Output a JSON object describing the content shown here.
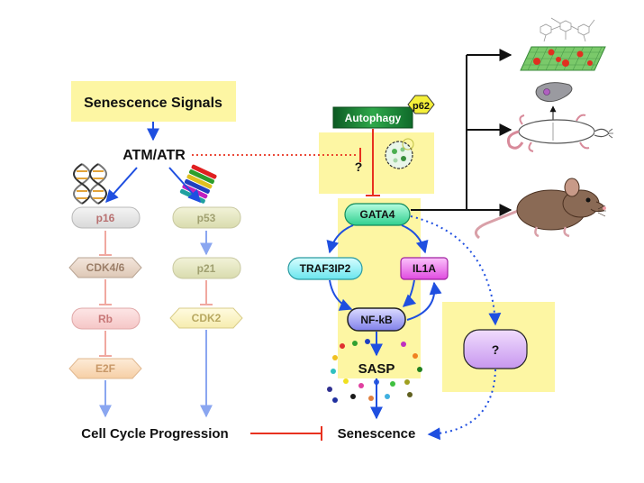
{
  "nodes": {
    "senescence_signals": "Senescence Signals",
    "atm_atr": "ATM/ATR",
    "p16": "p16",
    "cdk46": "CDK4/6",
    "rb": "Rb",
    "e2f": "E2F",
    "p53": "p53",
    "p21": "p21",
    "cdk2": "CDK2",
    "cell_cycle": "Cell Cycle Progression",
    "senescence": "Senescence",
    "autophagy": "Autophagy",
    "p62": "p62",
    "question_box": "?",
    "gata4": "GATA4",
    "traf3ip2": "TRAF3IP2",
    "il1a": "IL1A",
    "nfkb": "NF-kB",
    "sasp": "SASP",
    "question_node": "?"
  },
  "colors": {
    "highlight_yellow": "#fdf6a3",
    "activation_blue": "#1f4fe0",
    "inhibition_red": "#e8311f",
    "autophagy_green": "#1e8a3a",
    "gata4_green": "#4fe0a8",
    "traf3ip2_cyan": "#7ff3f7",
    "il1a_magenta": "#f061f0",
    "nfkb_periwinkle": "#8f8ff2",
    "question_lavender": "#d8b0f5"
  },
  "icons": [
    "dna-icon",
    "chromosome-icon",
    "lysosome-icon",
    "tumor-tissue-icon",
    "liver-icon",
    "mouse-dissection-icon",
    "aged-mouse-icon"
  ]
}
